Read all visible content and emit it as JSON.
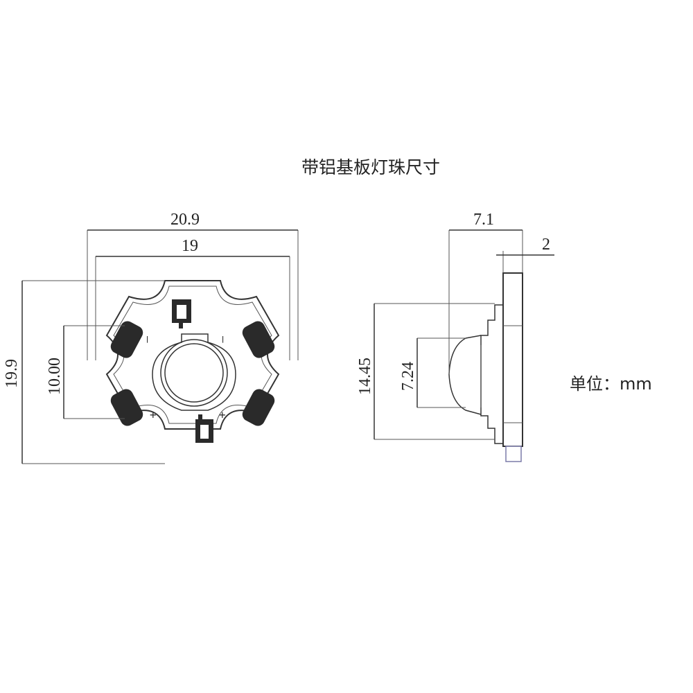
{
  "title": "带铝基板灯珠尺寸",
  "unit_label": "单位：mm",
  "dimensions": {
    "overall_width": "20.9",
    "inner_width": "19",
    "overall_height": "19.9",
    "pad_spacing": "10.00",
    "side_height": "14.45",
    "lens_height": "7.24",
    "depth": "7.1",
    "board_thickness": "2"
  },
  "polarity": {
    "minus": "—",
    "plus": "+"
  },
  "colors": {
    "line": "#333333",
    "pad_fill": "#2a2a2a"
  }
}
